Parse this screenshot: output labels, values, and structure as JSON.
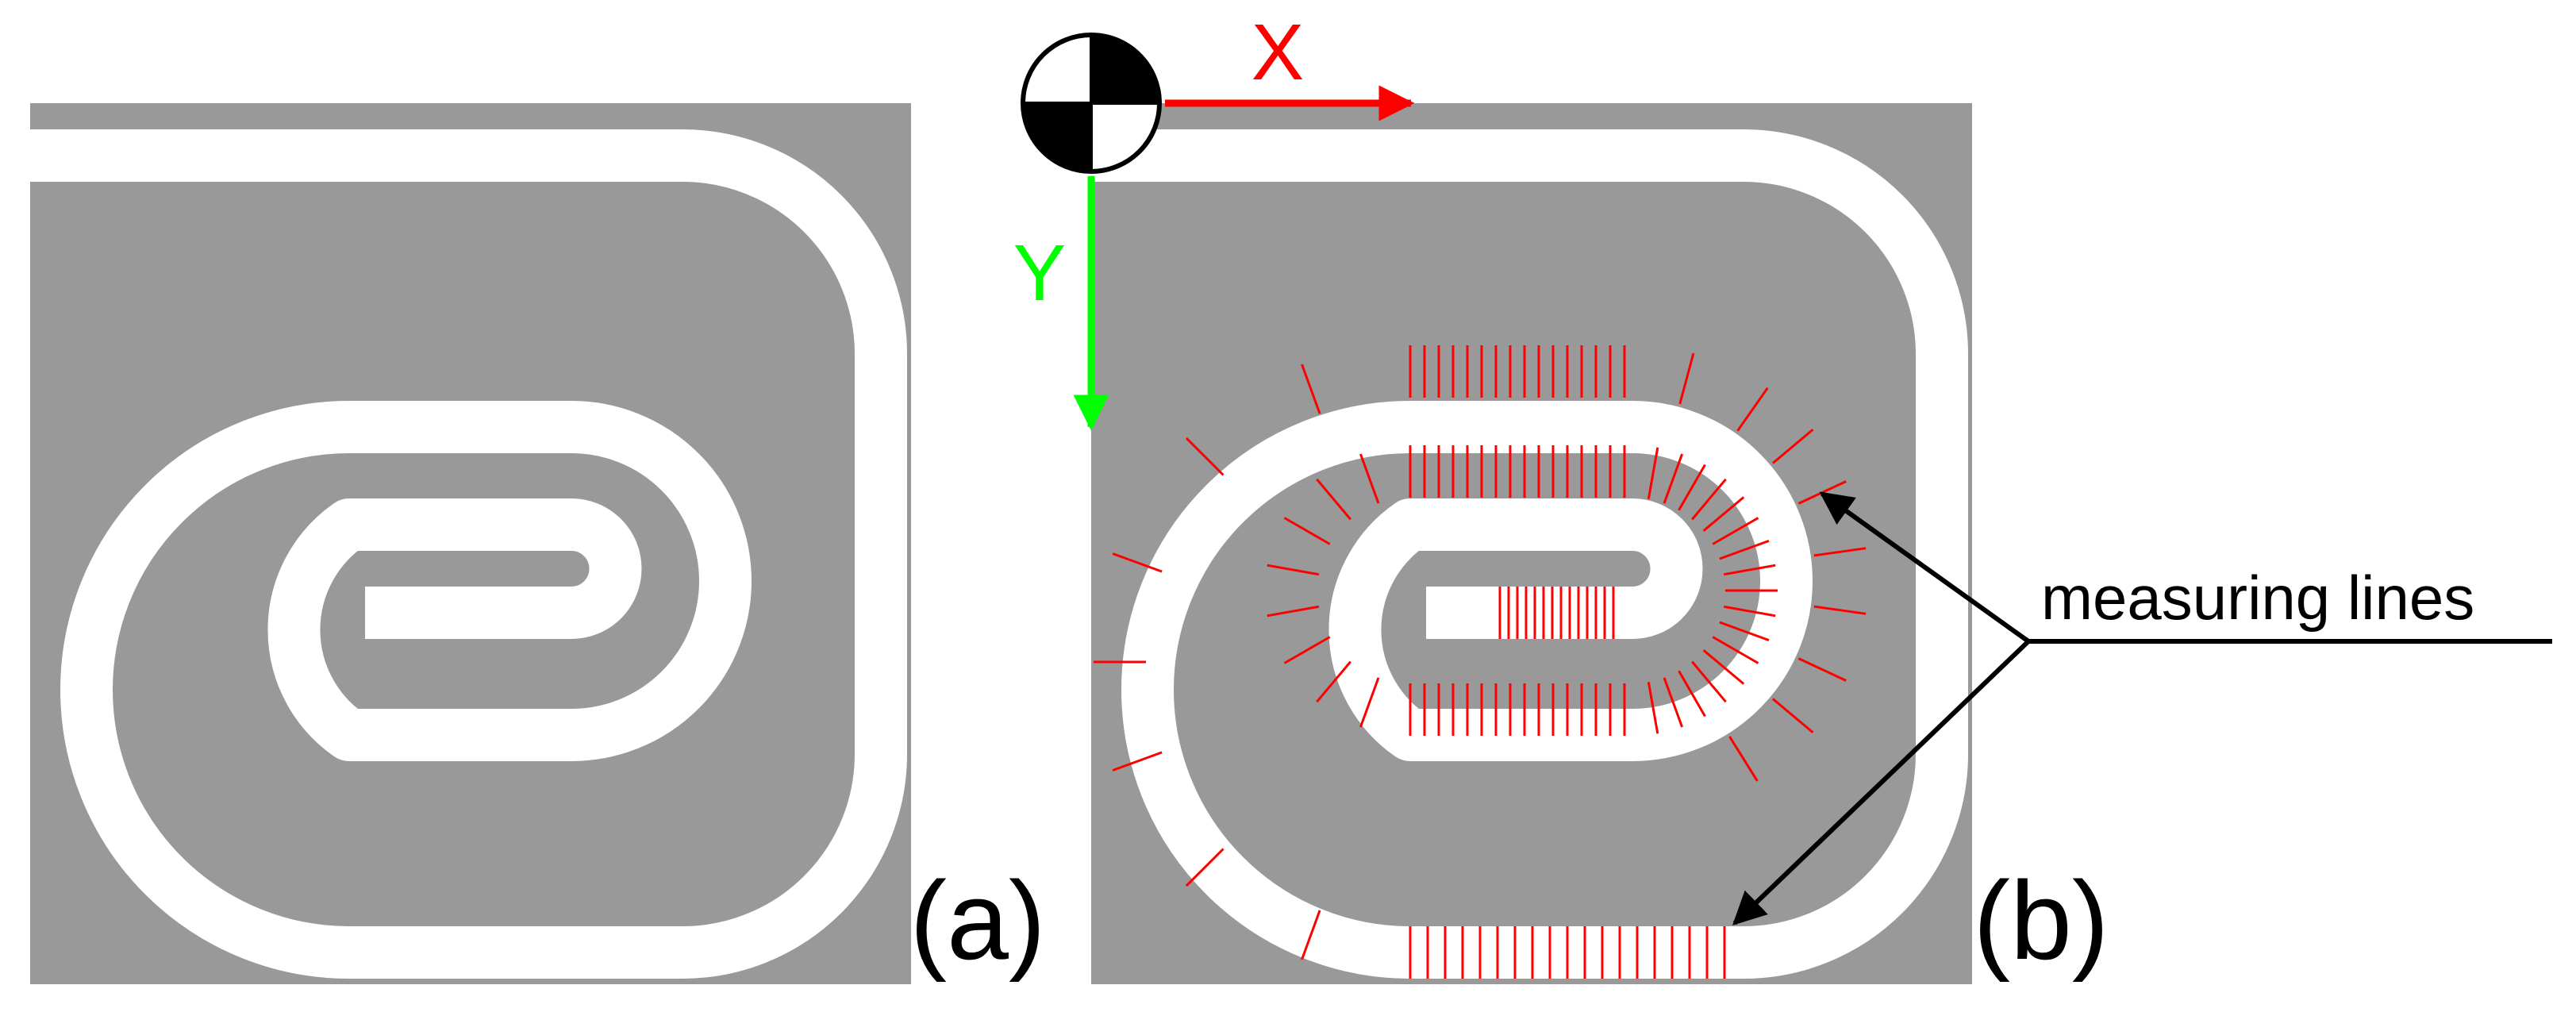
{
  "panels": {
    "a": {
      "label": "(a)"
    },
    "b": {
      "label": "(b)"
    }
  },
  "axes": {
    "x": {
      "label": "X",
      "color": "#ff0000"
    },
    "y": {
      "label": "Y",
      "color": "#00ff00"
    }
  },
  "annotation": {
    "text": "measuring lines"
  },
  "colors": {
    "substrate": "#999999",
    "track": "#ffffff",
    "measuring_line": "#ff0000",
    "annotation": "#000000"
  },
  "icons": {
    "origin": "center-of-mass-icon"
  }
}
